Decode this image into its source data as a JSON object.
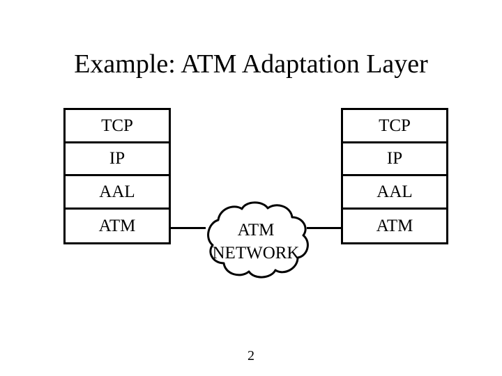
{
  "slide": {
    "title": "Example: ATM Adaptation Layer",
    "page_number": "2",
    "background_color": "#ffffff",
    "ink_color": "#000000"
  },
  "diagram": {
    "type": "network-protocol-stack-diagram",
    "left_stack": {
      "name": "host-left-protocol-stack",
      "layers": [
        {
          "label": "TCP"
        },
        {
          "label": "IP"
        },
        {
          "label": "AAL"
        },
        {
          "label": "ATM"
        }
      ]
    },
    "right_stack": {
      "name": "host-right-protocol-stack",
      "layers": [
        {
          "label": "TCP"
        },
        {
          "label": "IP"
        },
        {
          "label": "AAL"
        },
        {
          "label": "ATM"
        }
      ]
    },
    "cloud": {
      "name": "atm-network-cloud",
      "line1": "ATM",
      "line2": "NETWORK"
    },
    "connectors": [
      {
        "name": "link-left-stack-to-cloud"
      },
      {
        "name": "link-cloud-to-right-stack"
      }
    ]
  }
}
